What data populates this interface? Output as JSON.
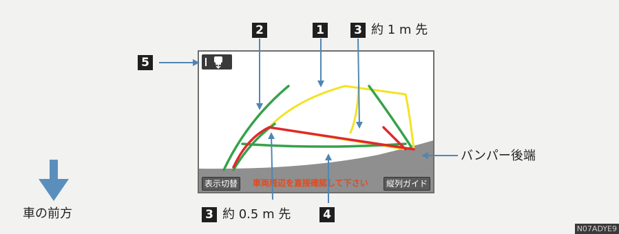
{
  "markers": [
    "1",
    "2",
    "3",
    "4",
    "5"
  ],
  "labels": {
    "marker3_top": "約 1 m 先",
    "marker3_bottom": "約 0.5 m 先",
    "bumper": "バンパー後端",
    "forward": "車の前方"
  },
  "screen": {
    "button_left": "表示切替",
    "warning": "車両周辺を直接確認して下さい",
    "button_right": "縦列ガイド"
  },
  "figure_code": "N07ADYE9",
  "colors": {
    "yellow_line": "#f2e323",
    "green_line": "#36a14a",
    "red_line": "#e1282d",
    "callout_arrow": "#4f86b3",
    "forward_arrow": "#5a8fbd",
    "bumper_fill": "#8f8f8f"
  }
}
